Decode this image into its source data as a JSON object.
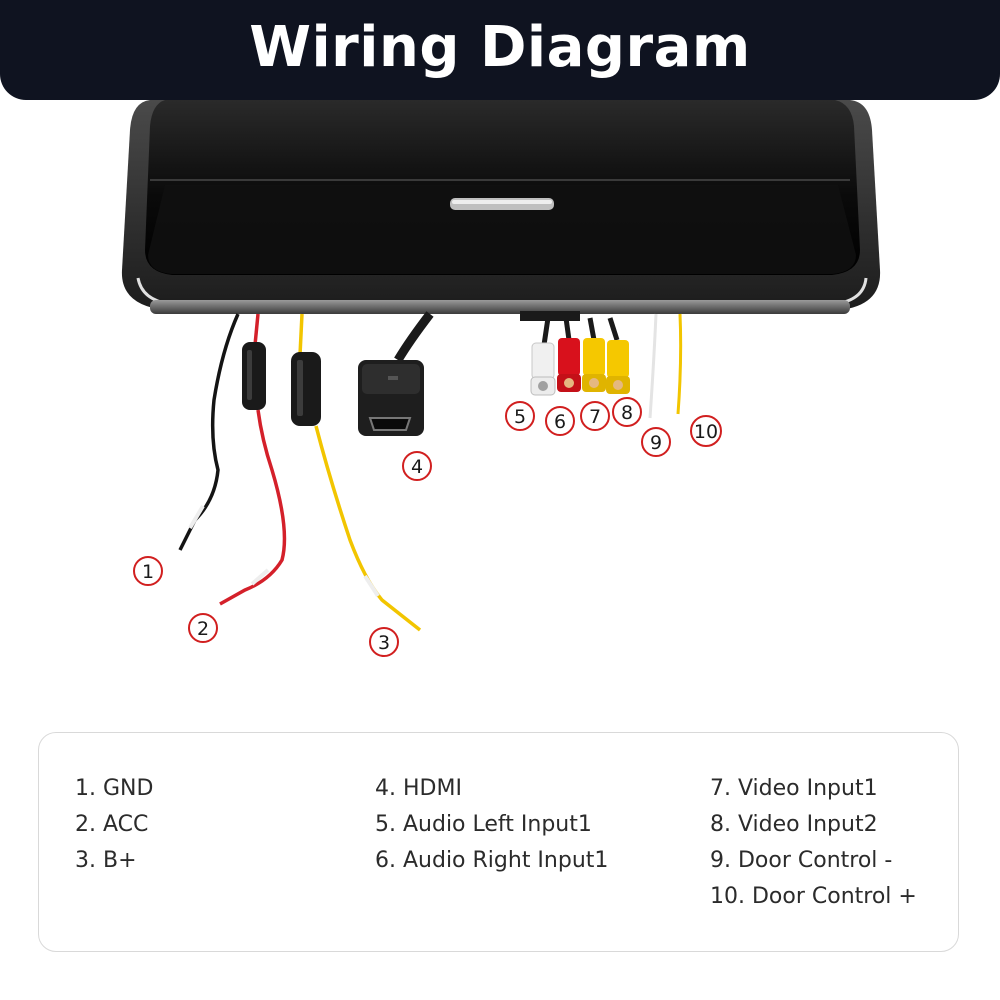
{
  "header": {
    "title": "Wiring Diagram"
  },
  "callouts": [
    {
      "number": "1"
    },
    {
      "number": "2"
    },
    {
      "number": "3"
    },
    {
      "number": "4"
    },
    {
      "number": "5"
    },
    {
      "number": "6"
    },
    {
      "number": "7"
    },
    {
      "number": "8"
    },
    {
      "number": "9"
    },
    {
      "number": "10"
    }
  ],
  "legend": {
    "columns": [
      [
        "1. GND",
        "2. ACC",
        "3. B+"
      ],
      [
        "4. HDMI",
        "5. Audio Left Input1",
        "6. Audio Right Input1"
      ],
      [
        "7. Video Input1",
        "8. Video Input2",
        "9. Door Control -",
        "10. Door Control +"
      ]
    ]
  },
  "colors": {
    "banner_bg": "#0f1320",
    "callout_ring": "#d11f1f",
    "wire_black": "#141414",
    "wire_red": "#d4202a",
    "wire_yellow": "#f2c500",
    "wire_white": "#e4e4e4"
  }
}
